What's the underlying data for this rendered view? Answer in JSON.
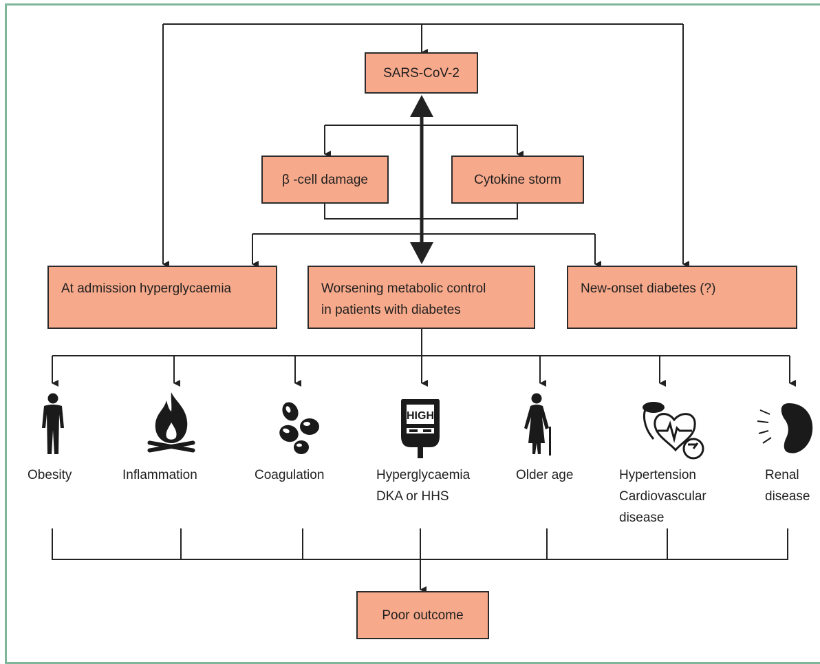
{
  "boxes": {
    "sars": "SARS-CoV-2",
    "beta_cell": "β -cell damage",
    "cytokine": "Cytokine storm",
    "admission": "At admission hyperglycaemia",
    "worsening_line1": "Worsening metabolic control",
    "worsening_line2": "in patients with diabetes",
    "new_onset": "New-onset diabetes (?)",
    "poor_outcome": "Poor outcome"
  },
  "risk_factors": [
    {
      "icon": "person-icon",
      "lines": [
        "Obesity"
      ]
    },
    {
      "icon": "fire-icon",
      "lines": [
        "Inflammation"
      ]
    },
    {
      "icon": "blood-cells-icon",
      "lines": [
        "Coagulation"
      ]
    },
    {
      "icon": "glucometer-icon",
      "lines": [
        "Hyperglycaemia",
        "DKA or HHS"
      ]
    },
    {
      "icon": "elderly-person-icon",
      "lines": [
        "Older age"
      ]
    },
    {
      "icon": "blood-pressure-heart-icon",
      "lines": [
        "Hypertension",
        "Cardiovascular",
        "disease"
      ]
    },
    {
      "icon": "kidney-icon",
      "lines": [
        "Renal",
        "disease"
      ]
    }
  ],
  "glucometer_display": "HIGH",
  "colors": {
    "box_fill": "#f7a98b",
    "line": "#222222",
    "frame": "#7fb69a"
  }
}
